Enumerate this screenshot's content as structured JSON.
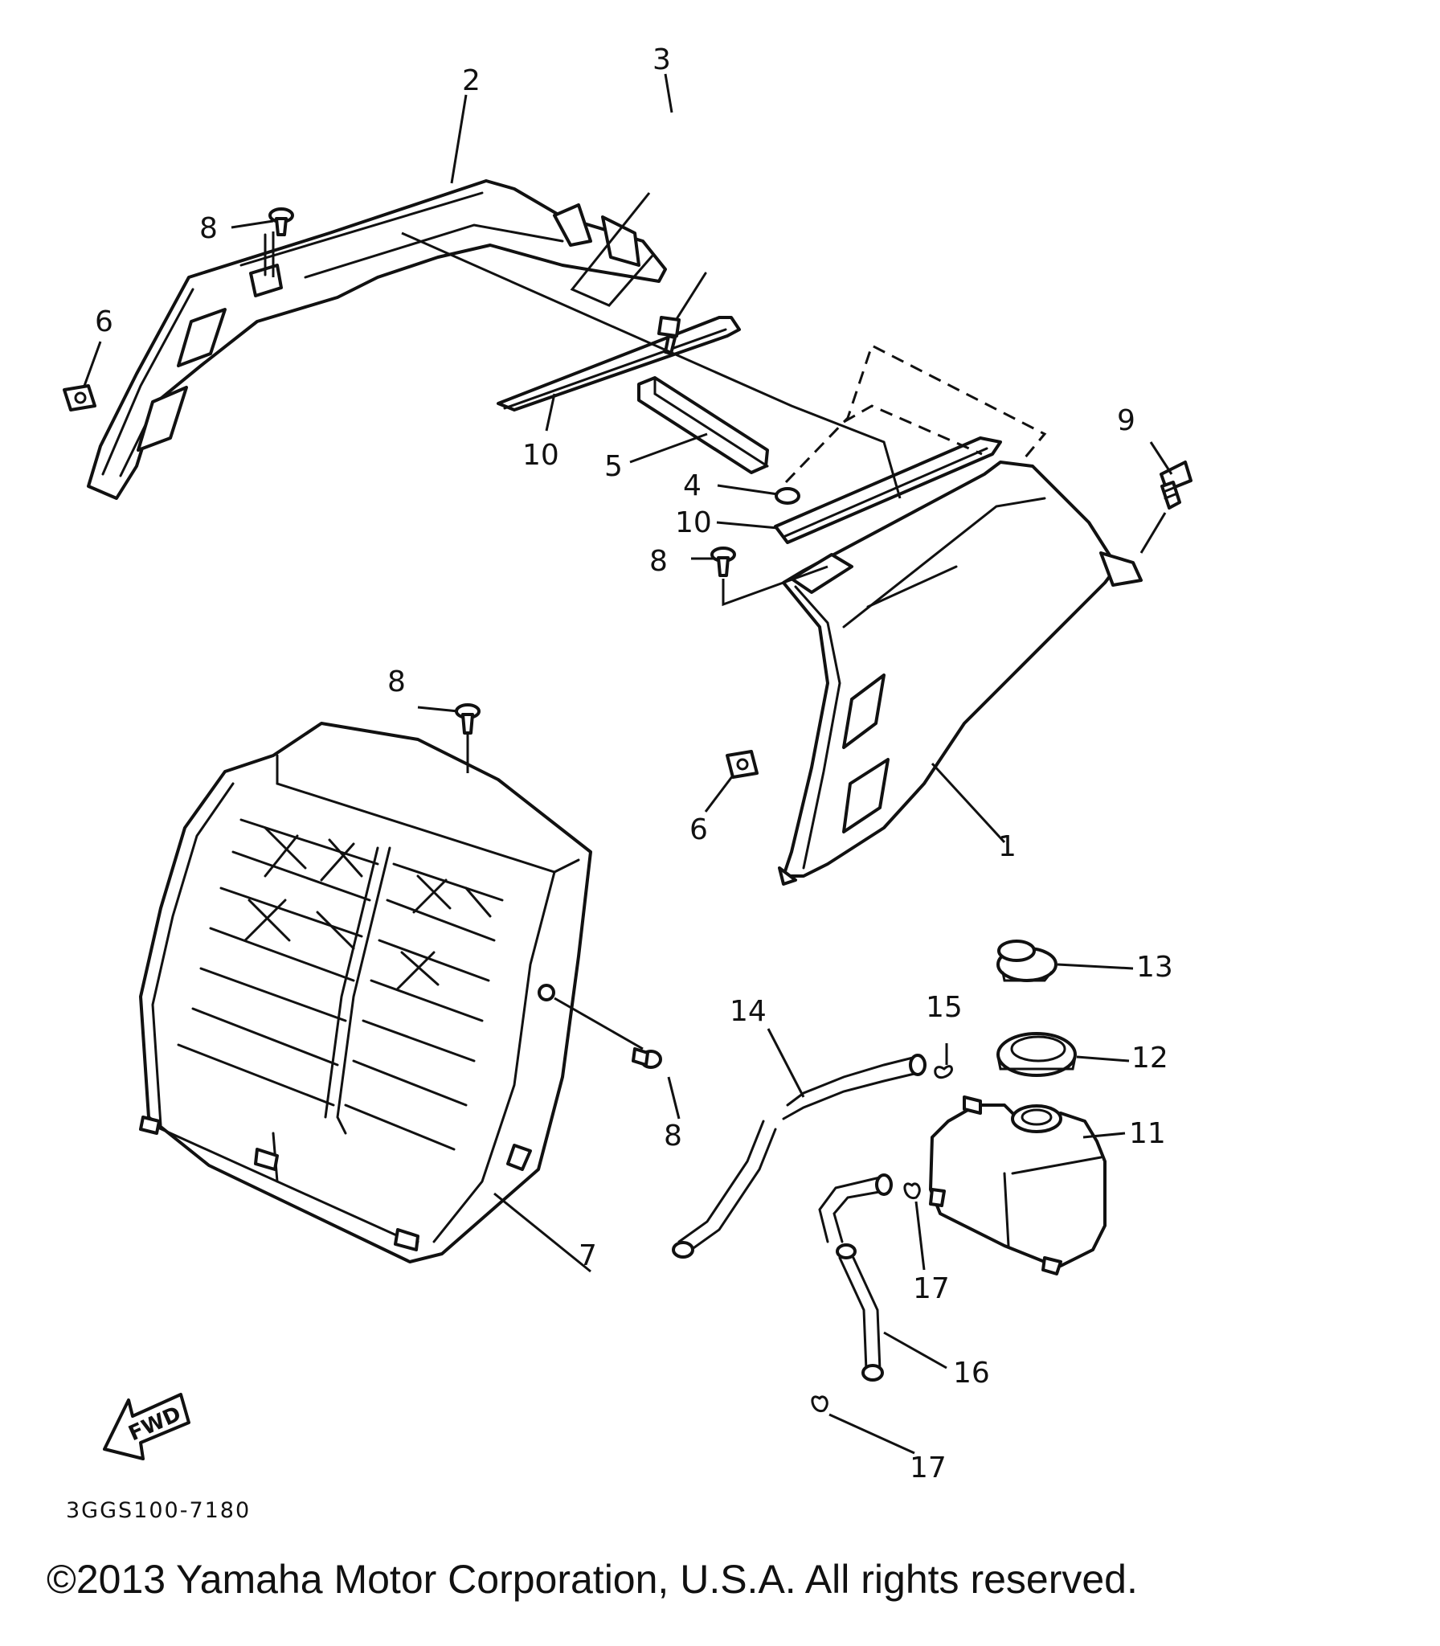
{
  "callouts": [
    {
      "id": "c1",
      "label": "1"
    },
    {
      "id": "c2",
      "label": "2"
    },
    {
      "id": "c3",
      "label": "3"
    },
    {
      "id": "c4",
      "label": "4"
    },
    {
      "id": "c5",
      "label": "5"
    },
    {
      "id": "c6a",
      "label": "6"
    },
    {
      "id": "c6b",
      "label": "6"
    },
    {
      "id": "c7",
      "label": "7"
    },
    {
      "id": "c8a",
      "label": "8"
    },
    {
      "id": "c8b",
      "label": "8"
    },
    {
      "id": "c8c",
      "label": "8"
    },
    {
      "id": "c8d",
      "label": "8"
    },
    {
      "id": "c9",
      "label": "9"
    },
    {
      "id": "c10a",
      "label": "10"
    },
    {
      "id": "c10b",
      "label": "10"
    },
    {
      "id": "c11",
      "label": "11"
    },
    {
      "id": "c12",
      "label": "12"
    },
    {
      "id": "c13",
      "label": "13"
    },
    {
      "id": "c14",
      "label": "14"
    },
    {
      "id": "c15",
      "label": "15"
    },
    {
      "id": "c16",
      "label": "16"
    },
    {
      "id": "c17a",
      "label": "17"
    },
    {
      "id": "c17b",
      "label": "17"
    }
  ],
  "fwd_label": "FWD",
  "diagram_code": "3GGS100-7180",
  "copyright": "©2013 Yamaha Motor Corporation, U.S.A. All rights reserved."
}
